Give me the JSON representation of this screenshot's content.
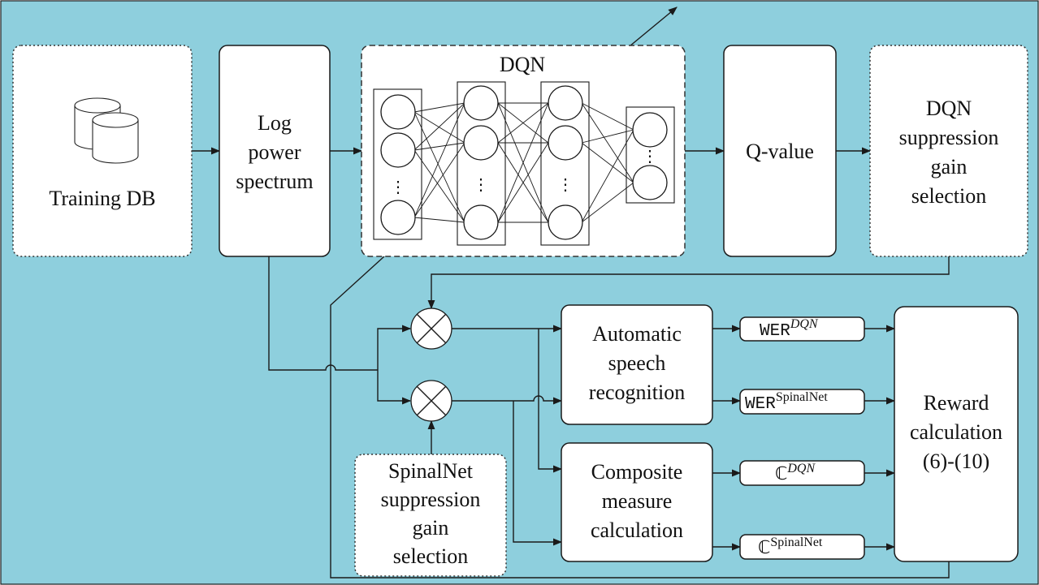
{
  "colors": {
    "background": "#8ecfdd",
    "box_fill": "#ffffff",
    "stroke": "#1a1a1a"
  },
  "icons": [
    "database-icon",
    "multiply-node-icon",
    "ellipsis-icon"
  ],
  "training_db": {
    "label": "Training DB"
  },
  "log_power": {
    "line1": "Log",
    "line2": "power",
    "line3": "spectrum"
  },
  "dqn": {
    "title": "DQN",
    "ellipsis": "⋮"
  },
  "q_value": {
    "label": "Q-value"
  },
  "dqn_gain": {
    "line1": "DQN",
    "line2": "suppression",
    "line3": "gain",
    "line4": "selection"
  },
  "asr": {
    "line1": "Automatic",
    "line2": "speech",
    "line3": "recognition"
  },
  "composite": {
    "line1": "Composite",
    "line2": "measure",
    "line3": "calculation"
  },
  "spinal_gain": {
    "line1": "SpinalNet",
    "line2": "suppression",
    "line3": "gain",
    "line4": "selection"
  },
  "reward": {
    "line1": "Reward",
    "line2": "calculation",
    "line3": "(6)-(10)"
  },
  "outputs": {
    "wer_base": "WER",
    "wer_dqn_sup": "DQN",
    "wer_spinal_sup": "SpinalNet",
    "c_base": "ℂ",
    "c_dqn_sup": "DQN",
    "c_spinal_sup": "SpinalNet"
  }
}
